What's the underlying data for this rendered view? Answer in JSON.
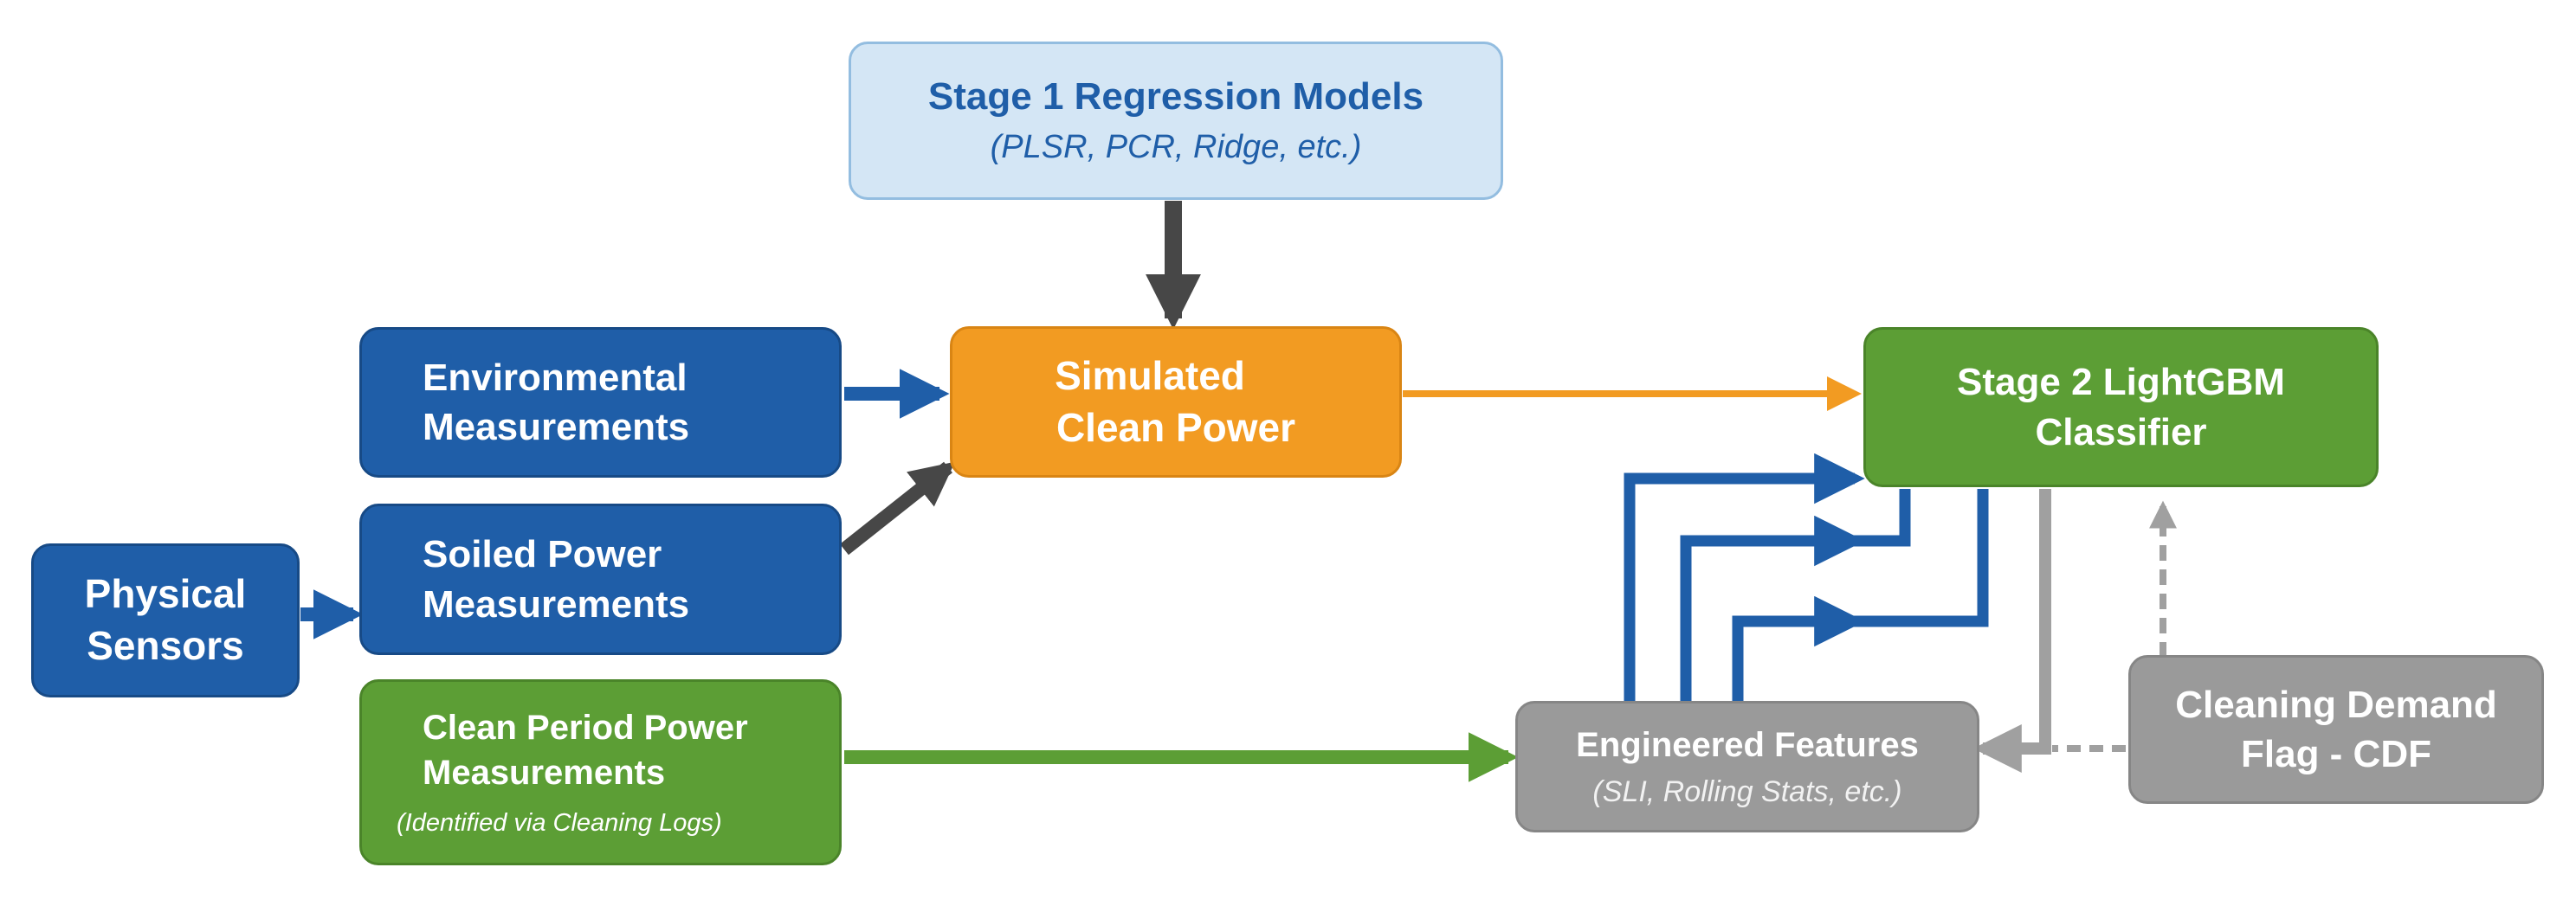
{
  "nodes": {
    "stage1": {
      "title": "Stage 1 Regression Models",
      "subtitle": "(PLSR, PCR, Ridge, etc.)"
    },
    "env": {
      "line1": "Environmental",
      "line2": "Measurements"
    },
    "soiled": {
      "line1": "Soiled Power",
      "line2": "Measurements"
    },
    "physical": {
      "line1": "Physical",
      "line2": "Sensors"
    },
    "clean_period": {
      "line1": "Clean Period Power",
      "line2": "Measurements",
      "note": "(Identified via Cleaning Logs)"
    },
    "simulated": {
      "line1": "Simulated",
      "line2": "Clean Power"
    },
    "stage2": {
      "line1": "Stage 2 LightGBM",
      "line2": "Classifier"
    },
    "engineered": {
      "title": "Engineered Features",
      "subtitle": "(SLI, Rolling Stats, etc.)"
    },
    "cleaning_flag": {
      "line1": "Cleaning Demand",
      "line2": "Flag - CDF"
    }
  },
  "colors": {
    "blue": "#1f5ea8",
    "green": "#5c9e35",
    "orange": "#f29b22",
    "gray": "#9a9a9a",
    "dark_arrow": "#474747",
    "light_blue_fill": "#d4e6f5"
  }
}
